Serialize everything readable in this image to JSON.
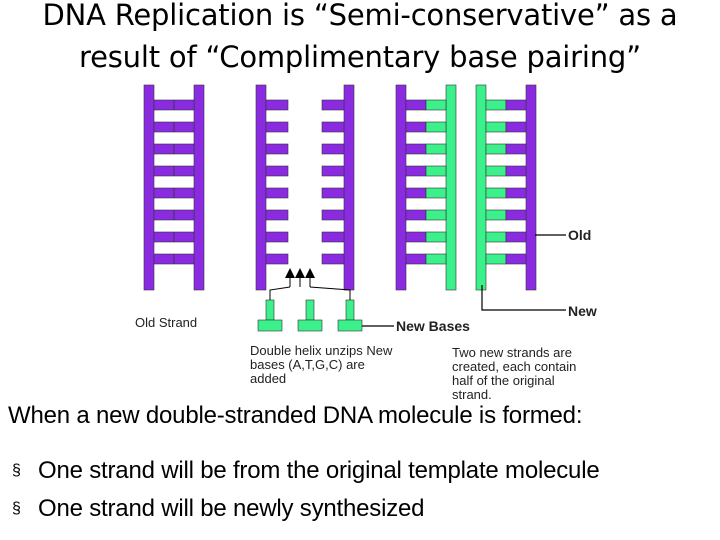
{
  "title": {
    "line1": "DNA Replication is “Semi-conservative” as a",
    "line2": "result of “Complimentary base pairing”"
  },
  "labels": {
    "old": "Old",
    "new": "New",
    "old_strand": "Old Strand",
    "new_bases": "New Bases",
    "unzip_note": "Double helix unzips New bases (A,T,G,C) are added",
    "two_strands_note": "Two new strands are created, each contain half of the original strand."
  },
  "colors": {
    "old_strand": "#8a2be2",
    "new_strand": "#3cf08c",
    "pointer": "#000000"
  },
  "body": {
    "lead": "When a new double-stranded DNA molecule is formed:",
    "bullets": [
      "One strand will be from the original template molecule",
      "One strand will be newly synthesized"
    ]
  }
}
